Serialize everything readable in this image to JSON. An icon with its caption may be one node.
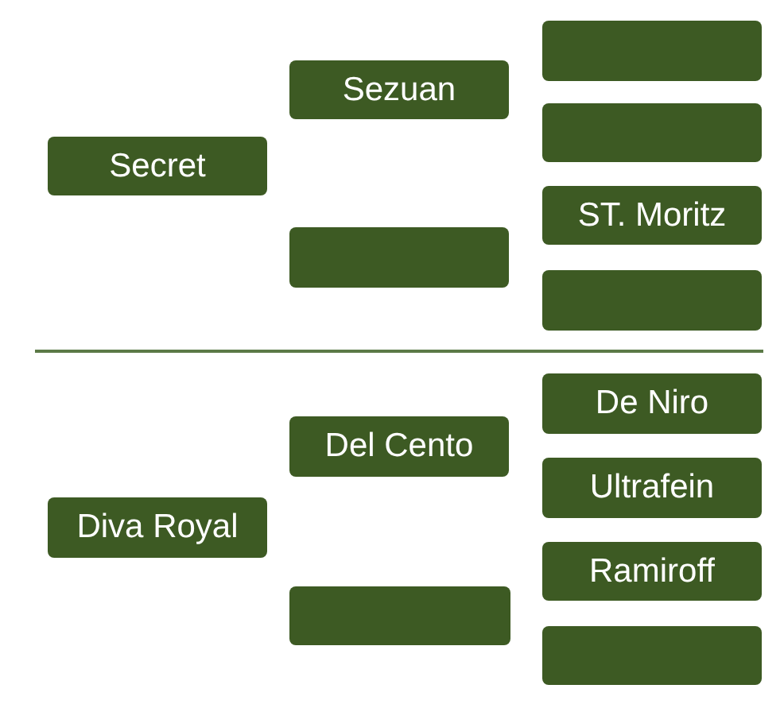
{
  "diagram": {
    "nodes": [
      {
        "text": [
          "Secret"
        ]
      },
      {
        "text": [
          "Sezuan"
        ]
      },
      {
        "text": [],
        "shape": "box"
      },
      {
        "text": [],
        "shape": "box"
      },
      {
        "text": [],
        "shape": "box"
      },
      {
        "text": [
          "ST. Moritz"
        ]
      },
      {
        "text": [],
        "shape": "box"
      },
      {
        "text": [
          "Diva Royal"
        ]
      },
      {
        "text": [
          "Del Cento"
        ]
      },
      {
        "text": [],
        "shape": "box"
      },
      {
        "text": [
          "De Niro"
        ]
      },
      {
        "text": [
          "Ultrafein"
        ]
      },
      {
        "text": [
          "Ramiroff"
        ]
      },
      {
        "text": [],
        "shape": "box"
      }
    ]
  }
}
